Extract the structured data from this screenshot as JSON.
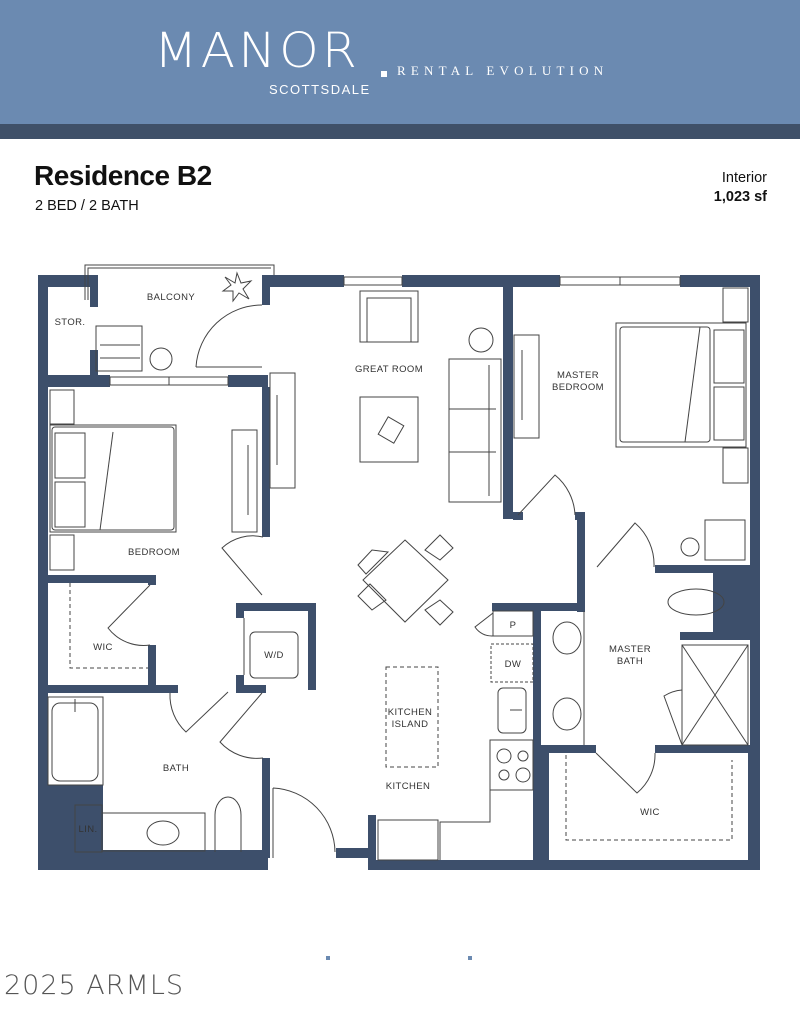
{
  "header": {
    "brand": "MANOR",
    "location": "SCOTTSDALE",
    "tagline": "RENTAL EVOLUTION",
    "colors": {
      "header_bg": "#6b8ab1",
      "header_band": "#3f5068",
      "wall": "#3d4f6b"
    }
  },
  "unit": {
    "name": "Residence B2",
    "beds_baths": "2 BED / 2 BATH",
    "area_label": "Interior",
    "area_value": "1,023 sf"
  },
  "rooms": {
    "balcony": "BALCONY",
    "storage": "STOR.",
    "great_room": "GREAT ROOM",
    "master_bedroom_line1": "MASTER",
    "master_bedroom_line2": "BEDROOM",
    "bedroom": "BEDROOM",
    "wic_left": "WIC",
    "washer_dryer": "W/D",
    "pantry": "P",
    "dishwasher": "DW",
    "kitchen_island_line1": "KITCHEN",
    "kitchen_island_line2": "ISLAND",
    "kitchen": "KITCHEN",
    "bath": "BATH",
    "linen": "LIN.",
    "master_bath_line1": "MASTER",
    "master_bath_line2": "BATH",
    "wic_right": "WIC"
  },
  "footer": {
    "watermark": "2025 ARMLS"
  }
}
